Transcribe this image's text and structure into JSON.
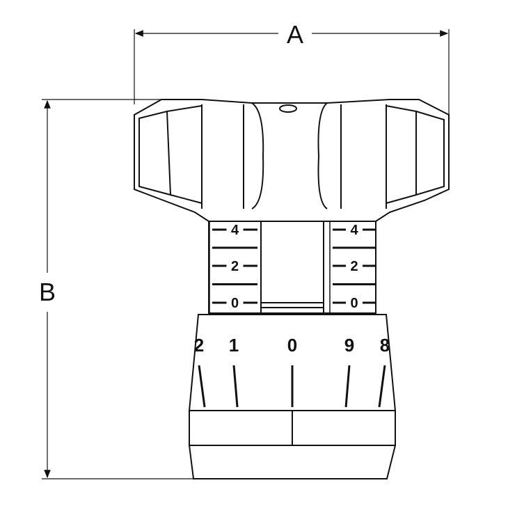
{
  "dimensions": {
    "width_label": "A",
    "height_label": "B"
  },
  "left_scale": {
    "labels": [
      "4",
      "2",
      "0"
    ]
  },
  "right_scale": {
    "labels": [
      "4",
      "2",
      "0"
    ]
  },
  "dial": {
    "labels": [
      "2",
      "1",
      "0",
      "9",
      "8"
    ]
  },
  "colors": {
    "stroke": "#111111",
    "background": "#ffffff"
  }
}
